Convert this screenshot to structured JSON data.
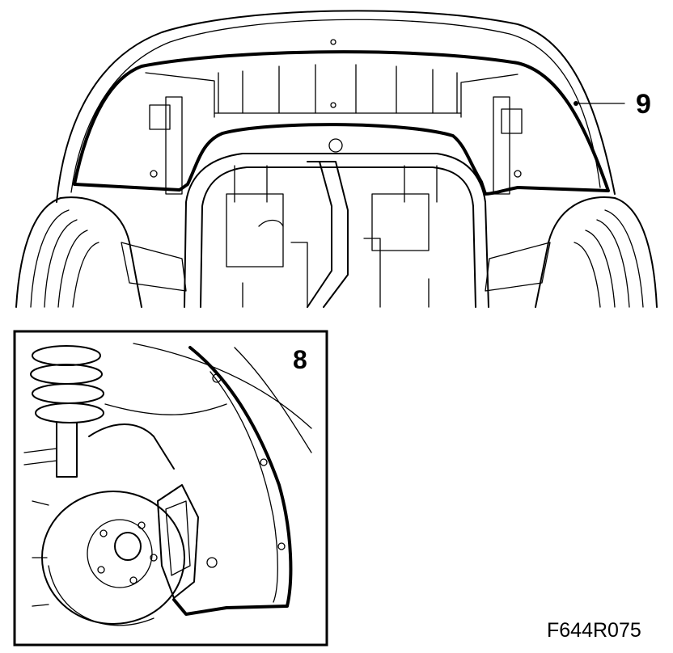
{
  "callouts": {
    "upper_part_number": "9",
    "inset_part_number": "8"
  },
  "figure_code": "F644R075"
}
